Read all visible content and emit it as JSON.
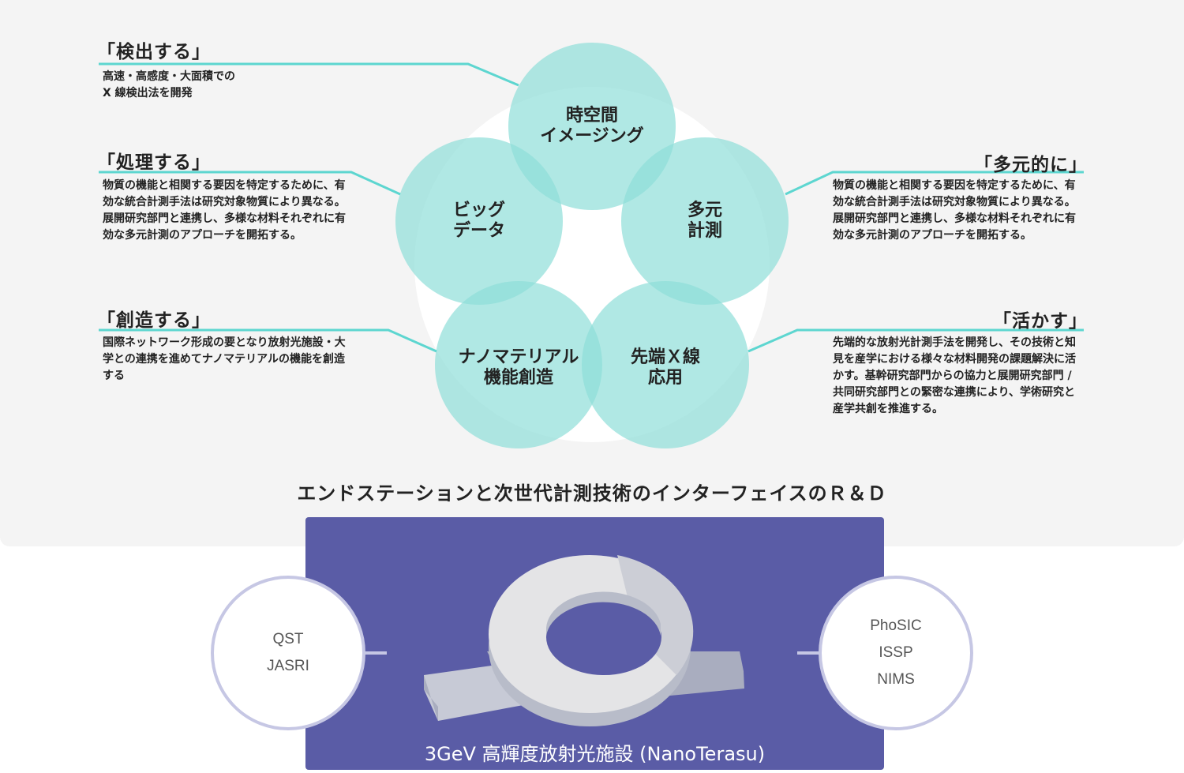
{
  "left_items": [
    {
      "heading": "「検出する」",
      "text": "高速・高感度・大面積での\nX 線検出法を開発"
    },
    {
      "heading": "「処理する」",
      "text": "物質の機能と相関する要因を特定するために、有効な統合計測手法は研究対象物質により異なる。展開研究部門と連携し、多様な材料それぞれに有効な多元計測のアプローチを開拓する。"
    },
    {
      "heading": "「創造する」",
      "text": "国際ネットワーク形成の要となり放射光施設・大学との連携を進めてナノマテリアルの機能を創造する"
    }
  ],
  "right_items": [
    {
      "heading": "「多元的に」",
      "text": "物質の機能と相関する要因を特定するために、有効な統合計測手法は研究対象物質により異なる。展開研究部門と連携し、多様な材料それぞれに有効な多元計測のアプローチを開拓する。"
    },
    {
      "heading": "「活かす」",
      "text": "先端的な放射光計測手法を開発し、その技術と知見を産学における様々な材料開発の課題解決に活かす。基幹研究部門からの協力と展開研究部門 / 共同研究部門との緊密な連携により、学術研究と産学共創を推進する。"
    }
  ],
  "circles": {
    "top": "時空間\nイメージング",
    "left": "ビッグ\nデータ",
    "right": "多元\n計測",
    "bottom_left": "ナノマテリアル\n機能創造",
    "bottom_right": "先端Ｘ線\n応用"
  },
  "subtitle": "エンドステーションと次世代計測技術のインターフェイスのＲ＆Ｄ",
  "left_partners": [
    "QST",
    "JASRI"
  ],
  "right_partners": [
    "PhoSIC",
    "ISSP",
    "NIMS"
  ],
  "facility": "3GeV 高輝度放射光施設 (NanoTerasu)",
  "colors": {
    "accent": "#5dd6d0",
    "circle": "#9fe4e1",
    "facility_bg": "#5a5ca6"
  }
}
